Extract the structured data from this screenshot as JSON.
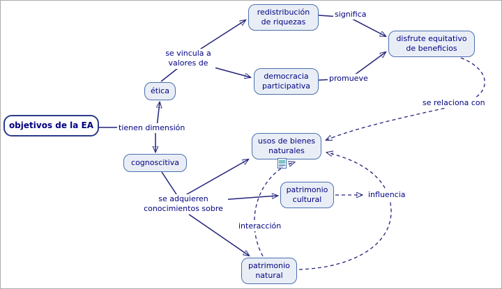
{
  "nodes": {
    "objetivos": "objetivos de la EA",
    "etica": "ética",
    "redistribucion": "redistribución de riquezas",
    "democracia": "democracia participativa",
    "disfrute": "disfrute equitativo de beneficios",
    "cognoscitiva": "cognoscitiva",
    "usos": "usos de bienes naturales",
    "patrimonio_cultural": "patrimonio cultural",
    "patrimonio_natural": "patrimonio natural"
  },
  "links": {
    "se_vincula": "se vincula a valores de",
    "significa": "significa",
    "promueve": "promueve",
    "se_relaciona": "se relaciona con",
    "tienen_dimension": "tienen dimensión",
    "se_adquieren": "se adquieren conocimientos sobre",
    "influencia": "influencia",
    "interaccion": "interacción"
  },
  "icons": {
    "resource": "attached-resource-icon"
  },
  "colors": {
    "node_fill": "#e9eef6",
    "node_border": "#4a6fae",
    "ink": "#000080",
    "line": "#22227a",
    "root_border": "#2b3a8c"
  }
}
